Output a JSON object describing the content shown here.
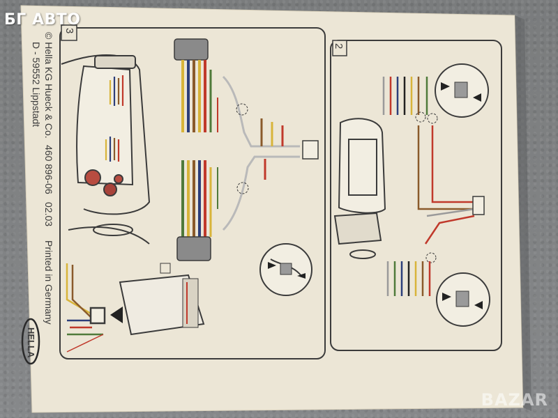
{
  "watermark": {
    "text": "БГ АВТО"
  },
  "corner_logo": {
    "text": "BAZAR"
  },
  "sheet": {
    "panel_left_number": "3",
    "panel_right_number": "2",
    "manufacturer_line1": "© Hella KG Hueck & Co.",
    "manufacturer_line2": "D - 59552 Lippstadt",
    "part_number": "460 896-06",
    "date": "02.03",
    "printed": "Printed in Germany",
    "brand_logo": "HELLA"
  },
  "colors": {
    "paper": "#ece6d6",
    "line": "#3b3b3b",
    "red": "#c0392b",
    "blue": "#2c3e7a",
    "yellow": "#d8b43a",
    "brown": "#8a5a2b",
    "green": "#4f7a3a",
    "gray": "#9a9a9a"
  },
  "icons": [
    "car-interior-illustration",
    "wire-connector-icon",
    "control-module-icon",
    "hand-clip-icon"
  ]
}
